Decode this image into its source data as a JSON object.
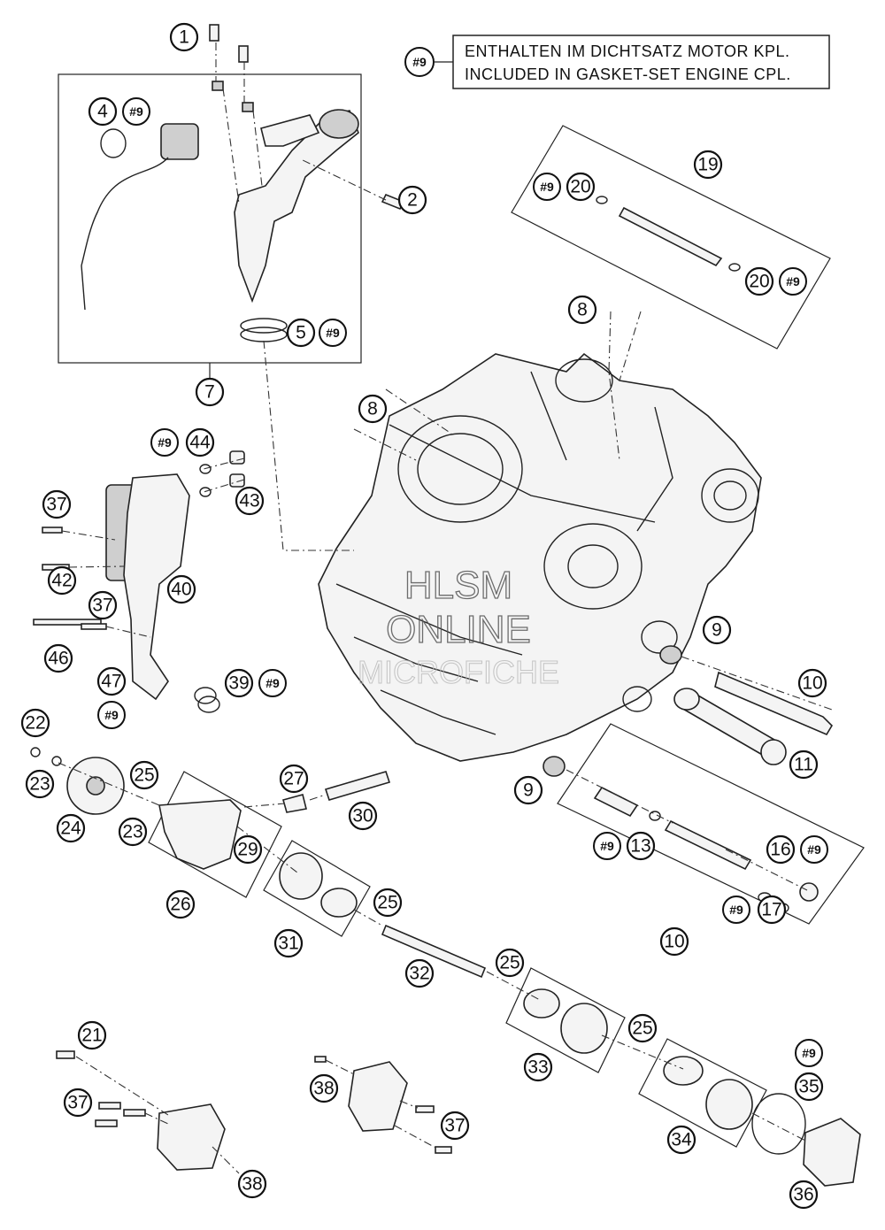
{
  "legend": {
    "ref": "#9",
    "line1": "ENTHALTEN IM DICHTSATZ MOTOR KPL.",
    "line2": "INCLUDED IN GASKET-SET ENGINE CPL."
  },
  "watermark": {
    "line1": "HLSM",
    "line2": "ONLINE",
    "line3": "MICROFICHE"
  },
  "callouts": {
    "c1": "1",
    "c2": "2",
    "c4": "4",
    "c5": "5",
    "c7": "7",
    "c8a": "8",
    "c8b": "8",
    "c9a": "9",
    "c9b": "9",
    "c10a": "10",
    "c10b": "10",
    "c11": "11",
    "c13": "13",
    "c16": "16",
    "c17": "17",
    "c19": "19",
    "c20a": "20",
    "c20b": "20",
    "c21": "21",
    "c22": "22",
    "c23a": "23",
    "c23b": "23",
    "c24": "24",
    "c25a": "25",
    "c25b": "25",
    "c25c": "25",
    "c25d": "25",
    "c26": "26",
    "c27": "27",
    "c29": "29",
    "c30": "30",
    "c31": "31",
    "c32": "32",
    "c33": "33",
    "c34": "34",
    "c35": "35",
    "c36": "36",
    "c37a": "37",
    "c37b": "37",
    "c37c": "37",
    "c37d": "37",
    "c38a": "38",
    "c38b": "38",
    "c39": "39",
    "c40": "40",
    "c42": "42",
    "c43": "43",
    "c44": "44",
    "c46": "46",
    "c47": "47"
  },
  "gasket_refs": {
    "r4": "#9",
    "r5": "#9",
    "r20a": "#9",
    "r20b": "#9",
    "r44": "#9",
    "r39": "#9",
    "r47": "#9",
    "r13": "#9",
    "r16": "#9",
    "r17": "#9",
    "r35": "#9"
  }
}
